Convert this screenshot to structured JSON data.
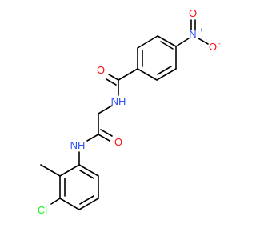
{
  "molecule": {
    "atoms": {
      "nitro_n": {
        "symbol": "N",
        "charge": "+"
      },
      "nitro_o_top": {
        "symbol": "O"
      },
      "nitro_o_right": {
        "symbol": "O",
        "charge": "-"
      },
      "amide_o_top": {
        "symbol": "O"
      },
      "amide_nh_top": {
        "symbol": "NH"
      },
      "amide_o_mid": {
        "symbol": "O"
      },
      "amide_nh_bottom": {
        "symbol": "NH"
      },
      "chlorine": {
        "symbol": "Cl"
      }
    },
    "colors": {
      "bond": "#000000",
      "oxygen": "#ff0d0d",
      "nitrogen": "#3050f8",
      "chlorine": "#1ff01f"
    }
  }
}
